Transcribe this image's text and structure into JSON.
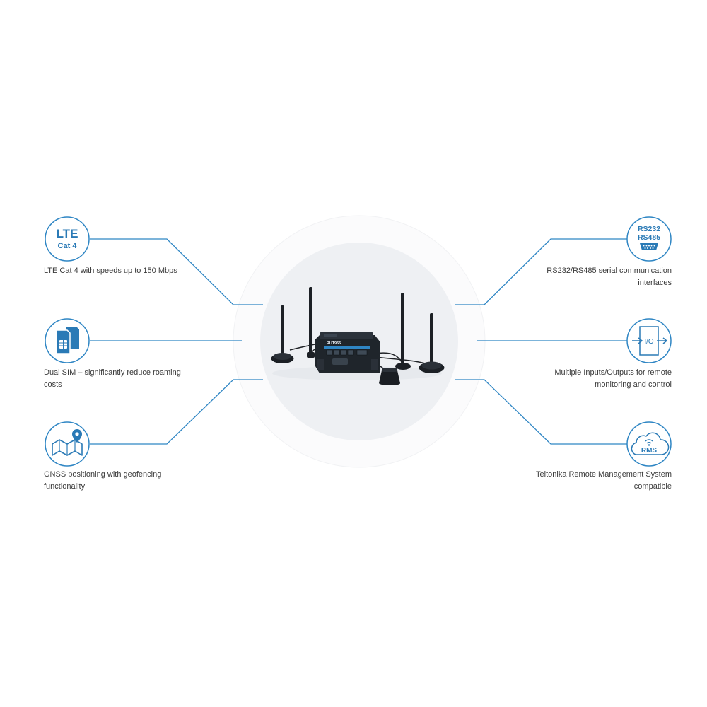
{
  "features": {
    "lte": {
      "icon_line1": "LTE",
      "icon_line2": "Cat 4",
      "text": "LTE Cat 4 with speeds up to 150 Mbps",
      "icon": "lte-cat4-icon"
    },
    "dual_sim": {
      "text_line1": "Dual SIM – significantly reduce roaming",
      "text_line2": "costs",
      "icon": "sim-cards-icon"
    },
    "gnss": {
      "text_line1": "GNSS positioning with geofencing",
      "text_line2": "functionality",
      "icon": "map-pin-icon"
    },
    "serial": {
      "icon_line1": "RS232",
      "icon_line2": "RS485",
      "text_line1": "RS232/RS485 serial communication",
      "text_line2": "interfaces",
      "icon": "serial-port-icon"
    },
    "io": {
      "icon_label": "I/O",
      "text_line1": "Multiple Inputs/Outputs for remote",
      "text_line2": "monitoring and control",
      "icon": "io-arrows-icon"
    },
    "rms": {
      "icon_label": "RMS",
      "text_line1": "Teltonika Remote Management System",
      "text_line2": "compatible",
      "icon": "cloud-rms-icon"
    }
  },
  "device": {
    "model": "RUT955",
    "icon": "router-with-antennas"
  },
  "colors": {
    "accent": "#2a7ab6",
    "connector": "#2f86c4",
    "text": "#3a3a3a",
    "halo": "#f1f2f5",
    "device_body": "#1f252b"
  }
}
